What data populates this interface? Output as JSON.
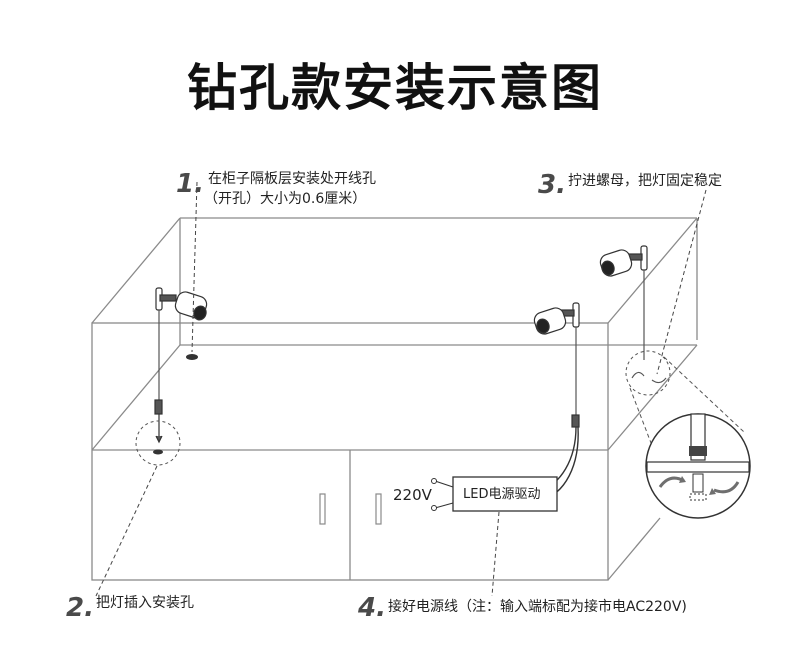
{
  "title": "钻孔款安装示意图",
  "steps": [
    {
      "number": "1.",
      "lines": [
        "在柜子隔板层安装处开线孔",
        "（开孔）大小为0.6厘米）"
      ]
    },
    {
      "number": "2.",
      "lines": [
        "把灯插入安装孔"
      ]
    },
    {
      "number": "3.",
      "lines": [
        "拧进螺母，把灯固定稳定"
      ]
    },
    {
      "number": "4.",
      "lines": [
        "接好电源线（注：输入端标配为接市电AC220V)"
      ]
    }
  ],
  "driver_label": "LED电源驱动",
  "voltage_label": "220V",
  "colors": {
    "line": "#8a8a8a",
    "dark": "#333333",
    "arrow": "#6f6f6f"
  }
}
